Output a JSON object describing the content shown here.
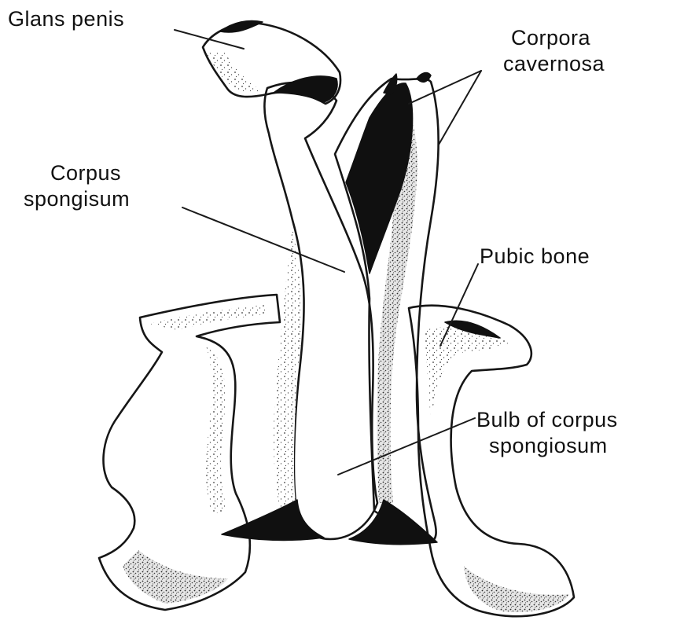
{
  "labels": {
    "glans_penis": "Glans penis",
    "corpora_cavernosa_line1": "Corpora",
    "corpora_cavernosa_line2": "cavernosa",
    "corpus_spongisum_line1": "Corpus",
    "corpus_spongisum_line2": "spongisum",
    "pubic_bone": "Pubic bone",
    "bulb_line1": "Bulb of corpus",
    "bulb_line2": "spongiosum"
  },
  "colors": {
    "ink": "#161616",
    "background": "#ffffff"
  }
}
